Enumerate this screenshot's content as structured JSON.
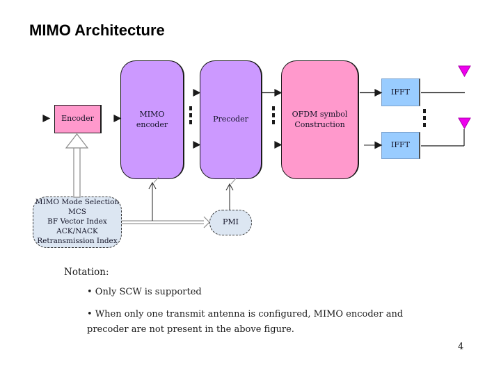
{
  "slide": {
    "title": "MIMO Architecture",
    "page_number": "4"
  },
  "diagram": {
    "nodes": {
      "encoder": {
        "label": "Encoder"
      },
      "mimo_encoder": {
        "label": "MIMO\nencoder"
      },
      "precoder": {
        "label": "Precoder"
      },
      "ofdm": {
        "label": "OFDM symbol\nConstruction"
      },
      "ifft_top": {
        "label": "IFFT"
      },
      "ifft_bottom": {
        "label": "IFFT"
      },
      "mode_select": {
        "label": "MIMO Mode Selection\nMCS\nBF Vector Index\nACK/NACK\nRetransmission Index"
      },
      "pmi": {
        "label": "PMI"
      }
    },
    "icons": {
      "antenna_top": "antenna-icon",
      "antenna_bottom": "antenna-icon"
    },
    "colors": {
      "pink_block": "#ff99cc",
      "purple_block": "#cc99ff",
      "blue_block": "#99ccff",
      "control_block": "#dce6f2",
      "antenna": "#ee00ee",
      "connector": "#1a1a1a"
    }
  },
  "notes": {
    "heading": "Notation:",
    "bullets": [
      "• Only SCW is supported",
      "• When only one transmit antenna is configured, MIMO encoder and precoder are not present in the above figure."
    ]
  }
}
